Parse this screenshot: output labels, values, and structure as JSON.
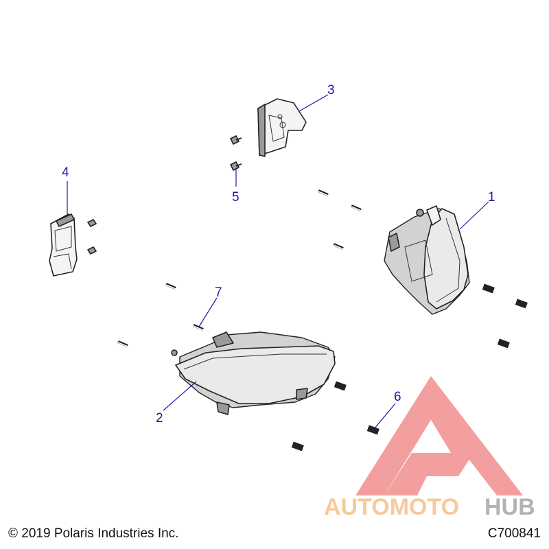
{
  "callouts": [
    {
      "id": "1",
      "label": "1"
    },
    {
      "id": "2",
      "label": "2"
    },
    {
      "id": "3",
      "label": "3"
    },
    {
      "id": "4",
      "label": "4"
    },
    {
      "id": "5",
      "label": "5"
    },
    {
      "id": "6",
      "label": "6"
    },
    {
      "id": "7",
      "label": "7"
    }
  ],
  "watermark": {
    "text_part1": "AUTOMOTO",
    "text_part2": "HUB",
    "color_primary": "#f08080",
    "color_accent": "#f5b87a",
    "color_secondary": "#9a9a9a"
  },
  "footer": {
    "copyright": "© 2019 Polaris Industries Inc.",
    "diagram_code": "C700841"
  },
  "colors": {
    "callout": "#1a1aa6",
    "linework": "#222222"
  }
}
